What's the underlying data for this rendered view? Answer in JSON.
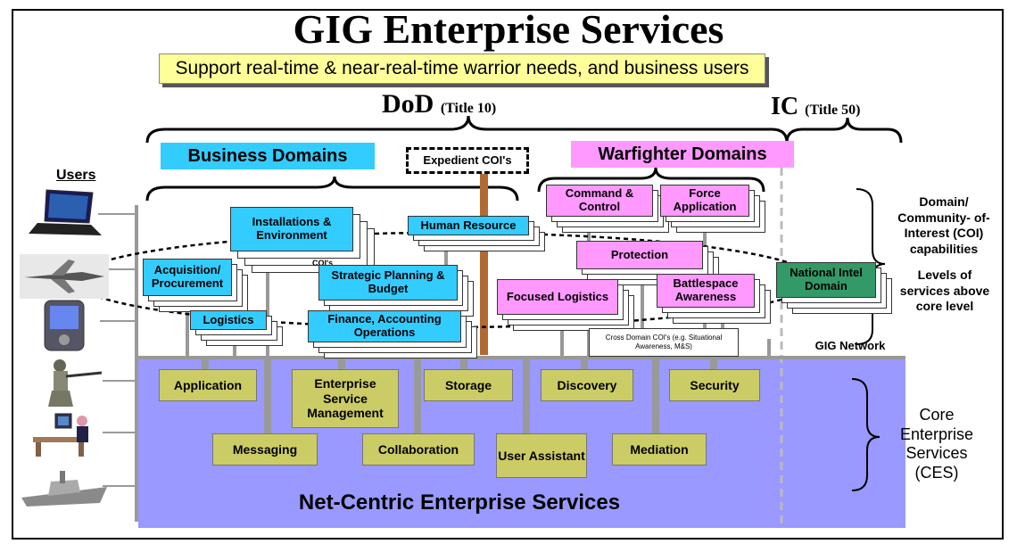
{
  "title": "GIG Enterprise Services",
  "subtitle": "Support real-time & near-real-time warrior needs, and business users",
  "dod": {
    "label": "DoD",
    "sub": "(Title 10)"
  },
  "ic": {
    "label": "IC",
    "sub": "(Title 50)"
  },
  "users_label": "Users",
  "business_domains": "Business Domains",
  "expedient_cois": "Expedient COI's",
  "warfighter_domains": "Warfighter Domains",
  "business_cois": [
    "Installations & Environment",
    "Human Resource",
    "Acquisition/ Procurement",
    "Strategic Planning & Budget",
    "Logistics",
    "Finance, Accounting Operations"
  ],
  "cois_label": "COI's",
  "warfighter_cois": [
    "Command & Control",
    "Force Application",
    "Protection",
    "Focused Logistics",
    "Battlespace Awareness"
  ],
  "cross_domain": "Cross Domain COI's (e.g. Situational Awareness, M&S)",
  "national_intel": "National Intel Domain",
  "right_labels": {
    "domain_coi": "Domain/ Community- of-Interest (COI) capabilities",
    "levels": "Levels of services above core level",
    "gig_network": "GIG Network",
    "ces": "Core Enterprise Services (CES)"
  },
  "ces_services": [
    "Application",
    "Enterprise Service Management",
    "Storage",
    "Discovery",
    "Security",
    "Messaging",
    "Collaboration",
    "User Assistant",
    "Mediation"
  ],
  "net_centric": "Net-Centric Enterprise Services",
  "colors": {
    "business": "#33ccff",
    "warfighter": "#ff99ff",
    "ces_bg": "#9999ff",
    "ces_box": "#cccc66",
    "subtitle_bg": "#ffff99",
    "intel": "#339966"
  },
  "user_icons": [
    "laptop-icon",
    "jet-aircraft-icon",
    "pda-icon",
    "soldier-icon",
    "desk-worker-icon",
    "ship-icon"
  ]
}
